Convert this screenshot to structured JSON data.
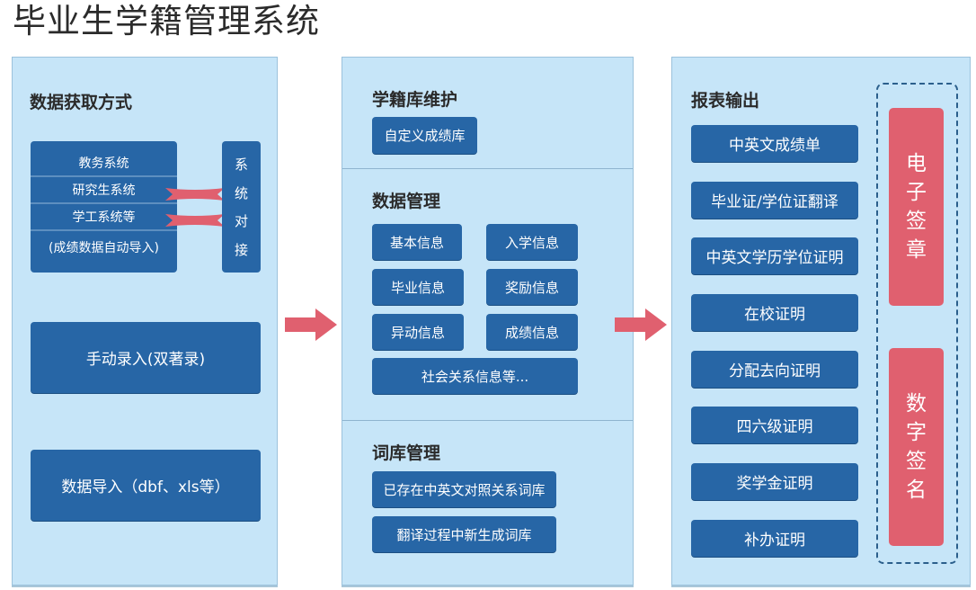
{
  "title": "毕业生学籍管理系统",
  "colors": {
    "panel_bg": "#c6e5f8",
    "box_blue": "#2766a6",
    "accent_red": "#e0606f",
    "dashed_border": "#2b5f8c"
  },
  "left_panel": {
    "heading": "数据获取方式",
    "sources": [
      "教务系统",
      "研究生系统",
      "学工系统等",
      "(成绩数据自动导入)"
    ],
    "interface_label_chars": [
      "系",
      "统",
      "对",
      "接"
    ],
    "manual_entry": "手动录入(双著录)",
    "data_import": "数据导入（dbf、xls等）"
  },
  "middle_panel": {
    "sections": [
      {
        "heading": "学籍库维护",
        "items": [
          "自定义成绩库"
        ]
      },
      {
        "heading": "数据管理",
        "items": [
          "基本信息",
          "入学信息",
          "毕业信息",
          "奖励信息",
          "异动信息",
          "成绩信息",
          "社会关系信息等..."
        ]
      },
      {
        "heading": "词库管理",
        "items": [
          "已存在中英文对照关系词库",
          "翻译过程中新生成词库"
        ]
      }
    ]
  },
  "right_panel": {
    "heading": "报表输出",
    "items": [
      "中英文成绩单",
      "毕业证/学位证翻译",
      "中英文学历学位证明",
      "在校证明",
      "分配去向证明",
      "四六级证明",
      "奖学金证明",
      "补办证明"
    ],
    "e_seal_chars": [
      "电",
      "子",
      "签",
      "章"
    ],
    "digital_signature_chars": [
      "数",
      "字",
      "签",
      "名"
    ]
  },
  "icons": {
    "flow_arrow": "right-arrow-icon",
    "link_connector": "ribbon-connector-icon"
  }
}
